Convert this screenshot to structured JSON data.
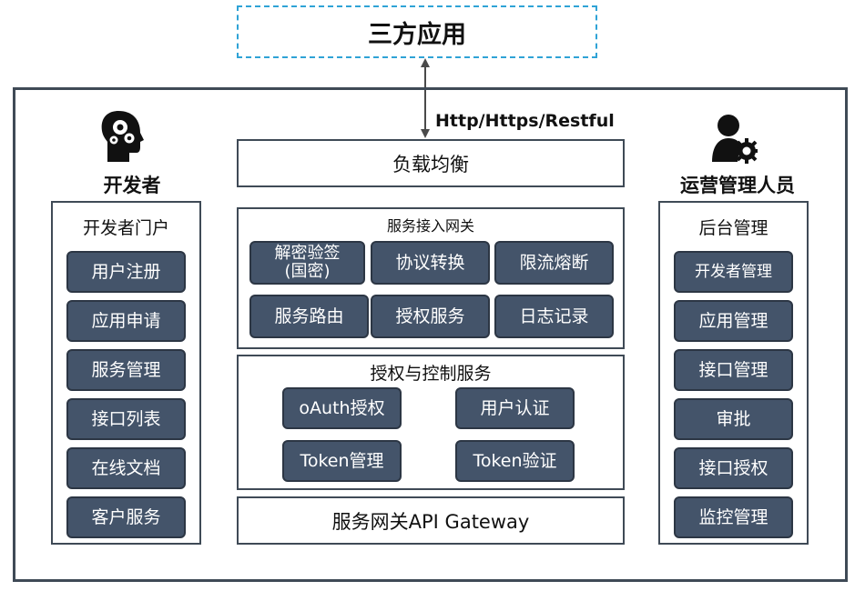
{
  "top": {
    "third_party_app": "三方应用",
    "protocol": "Http/Https/Restful"
  },
  "left": {
    "role": "开发者",
    "role_icon": "developer-gear-head-icon",
    "portal_title": "开发者门户",
    "items": [
      "用户注册",
      "应用申请",
      "服务管理",
      "接口列表",
      "在线文档",
      "客户服务"
    ]
  },
  "center": {
    "load_balance": "负载均衡",
    "gateway": {
      "title": "服务接入网关",
      "items": [
        "解密验签\n(国密)",
        "协议转换",
        "限流熔断",
        "服务路由",
        "授权服务",
        "日志记录"
      ]
    },
    "auth": {
      "title": "授权与控制服务",
      "items": [
        "oAuth授权",
        "用户认证",
        "Token管理",
        "Token验证"
      ]
    },
    "api_gateway": "服务网关API Gateway"
  },
  "right": {
    "role": "运营管理人员",
    "role_icon": "admin-user-gear-icon",
    "backend_title": "后台管理",
    "items": [
      "开发者管理",
      "应用管理",
      "接口管理",
      "审批",
      "接口授权",
      "监控管理"
    ]
  },
  "colors": {
    "button_bg": "#44546a",
    "border": "#3f4a56",
    "dashed_border": "#2fa3d6"
  }
}
